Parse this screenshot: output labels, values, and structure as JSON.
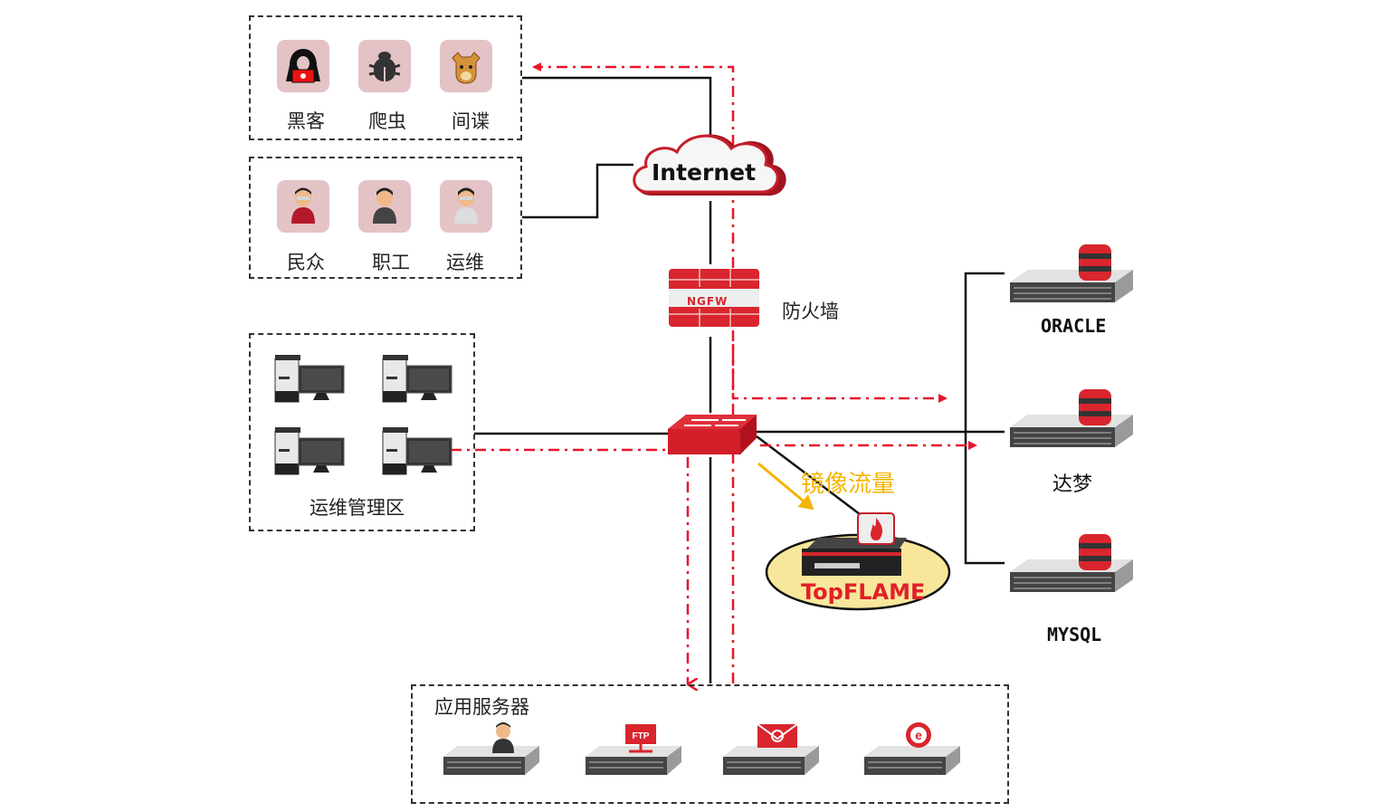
{
  "diagram": {
    "type": "network-topology",
    "colors": {
      "traffic_red": "#e8132a",
      "mirror_yellow": "#f5b400",
      "tile_pink": "#e4c3c6",
      "device_red": "#d9252e",
      "ellipse_fill": "#f8e79a"
    },
    "groups": {
      "threats": {
        "items": [
          {
            "label": "黑客",
            "icon": "hacker-icon"
          },
          {
            "label": "爬虫",
            "icon": "bug-icon"
          },
          {
            "label": "间谍",
            "icon": "spy-icon"
          }
        ]
      },
      "users": {
        "items": [
          {
            "label": "民众",
            "icon": "citizen-icon"
          },
          {
            "label": "职工",
            "icon": "employee-icon"
          },
          {
            "label": "运维",
            "icon": "ops-icon"
          }
        ]
      },
      "ops_zone": {
        "label": "运维管理区",
        "workstations": 4
      },
      "app_servers": {
        "label": "应用服务器",
        "items": [
          {
            "icon": "user-server-icon"
          },
          {
            "icon": "ftp-server-icon",
            "badge": "FTP"
          },
          {
            "icon": "mail-server-icon"
          },
          {
            "icon": "web-server-icon"
          }
        ]
      }
    },
    "nodes": {
      "internet": {
        "label": "Internet"
      },
      "firewall": {
        "label": "防火墙",
        "badge": "NGFW"
      },
      "switch": {
        "label": ""
      },
      "topflame": {
        "label": "TopFLAME"
      },
      "mirror": {
        "label": "镜像流量"
      }
    },
    "databases": [
      {
        "label": "ORACLE"
      },
      {
        "label": "达梦"
      },
      {
        "label": "MYSQL"
      }
    ]
  }
}
